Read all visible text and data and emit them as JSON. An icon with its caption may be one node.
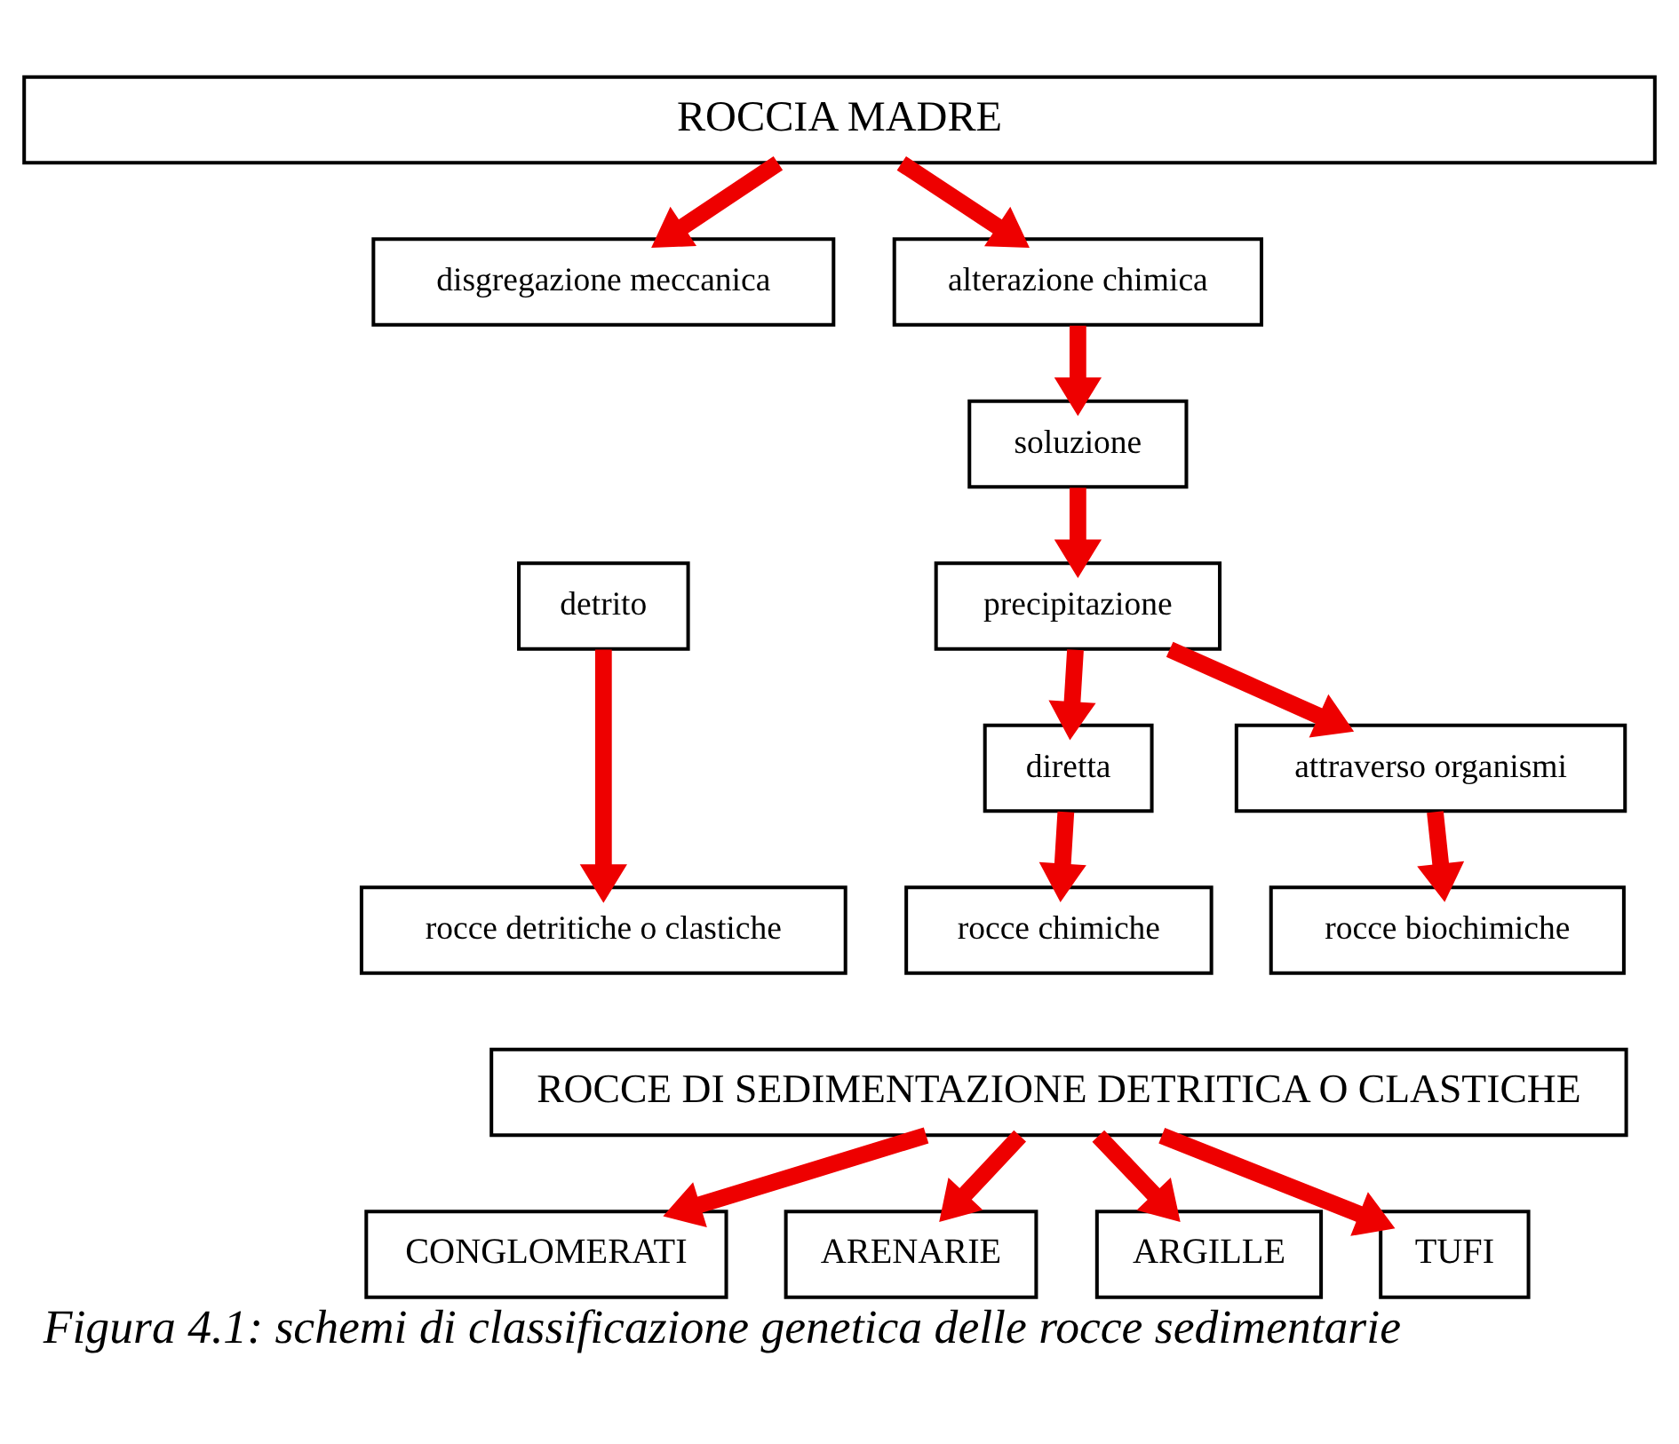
{
  "diagram": {
    "caption": "Figura 4.1: schemi di classificazione genetica delle rocce sedimentarie",
    "nodes": [
      {
        "text": [
          "ROCCIA MADRE"
        ]
      },
      {
        "text": [
          "disgregazione meccanica"
        ]
      },
      {
        "text": [
          "alterazione chimica"
        ]
      },
      {
        "text": [
          "soluzione"
        ]
      },
      {
        "text": [
          "detrito"
        ]
      },
      {
        "text": [
          "precipitazione"
        ]
      },
      {
        "text": [
          "diretta"
        ]
      },
      {
        "text": [
          "attraverso organismi"
        ]
      },
      {
        "text": [
          "rocce detritiche o clastiche"
        ]
      },
      {
        "text": [
          "rocce chimiche"
        ]
      },
      {
        "text": [
          "rocce biochimiche"
        ]
      },
      {
        "text": [
          "ROCCE DI SEDIMENTAZIONE DETRITICA O CLASTICHE"
        ]
      },
      {
        "text": [
          "CONGLOMERATI"
        ]
      },
      {
        "text": [
          "ARENARIE"
        ]
      },
      {
        "text": [
          "ARGILLE"
        ]
      },
      {
        "text": [
          "TUFI"
        ]
      }
    ],
    "edges": [
      {
        "from": 0,
        "to": 1,
        "arrow": "to"
      },
      {
        "from": 0,
        "to": 2,
        "arrow": "to"
      },
      {
        "from": 2,
        "to": 3,
        "arrow": "to"
      },
      {
        "from": 3,
        "to": 5,
        "arrow": "to"
      },
      {
        "from": 5,
        "to": 6,
        "arrow": "to"
      },
      {
        "from": 5,
        "to": 7,
        "arrow": "to"
      },
      {
        "from": 4,
        "to": 8,
        "arrow": "to"
      },
      {
        "from": 6,
        "to": 9,
        "arrow": "to"
      },
      {
        "from": 7,
        "to": 10,
        "arrow": "to"
      },
      {
        "from": 11,
        "to": 12,
        "arrow": "to"
      },
      {
        "from": 11,
        "to": 13,
        "arrow": "to"
      },
      {
        "from": 11,
        "to": 14,
        "arrow": "to"
      },
      {
        "from": 11,
        "to": 15,
        "arrow": "to"
      }
    ]
  }
}
